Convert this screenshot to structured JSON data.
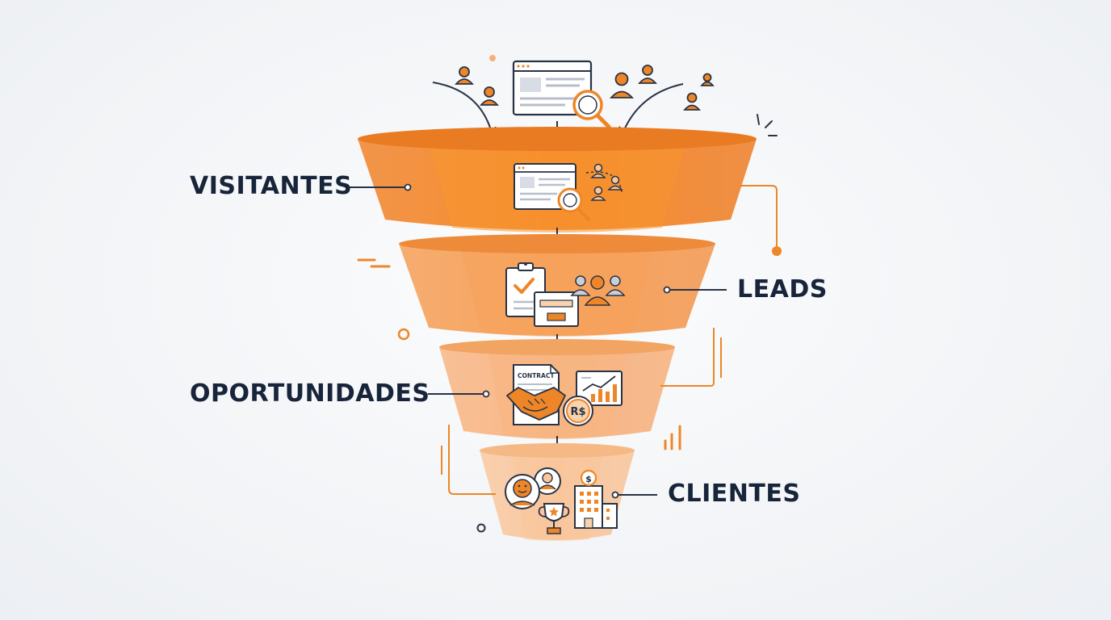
{
  "funnel": {
    "stages": [
      {
        "label": "VISITANTES"
      },
      {
        "label": "LEADS"
      },
      {
        "label": "OPORTUNIDADES"
      },
      {
        "label": "CLIENTES"
      }
    ]
  },
  "icons": {
    "contract_label": "CONTRACT",
    "currency_label": "R$",
    "dollar_label": "$"
  },
  "colors": {
    "accent": "#ee8627",
    "accent_dark": "#d9661c",
    "text": "#17243a",
    "line": "#2a3345"
  }
}
